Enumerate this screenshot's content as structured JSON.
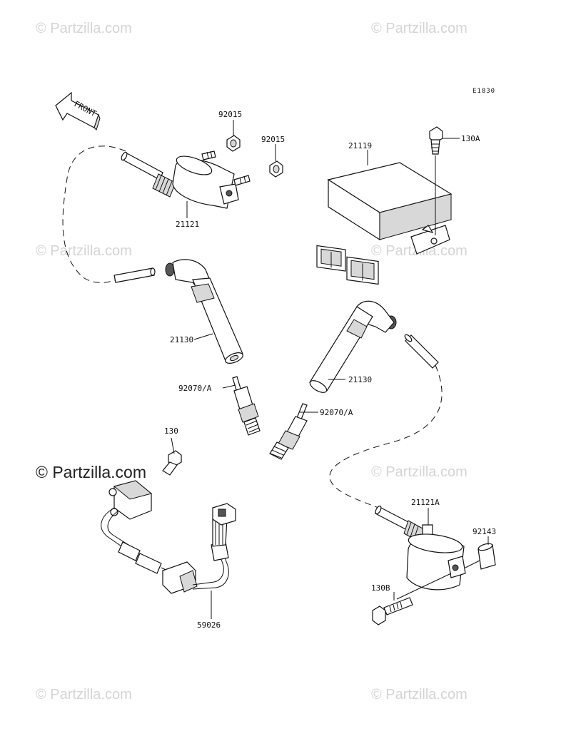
{
  "watermark": {
    "text": "© Partzilla.com"
  },
  "diagram_code": "E1830",
  "front_arrow": {
    "label": "FRONT"
  },
  "part_labels": {
    "ignition_coil_front_nut_a": "92015",
    "ignition_coil_front_nut_b": "92015",
    "igniter": "21119",
    "bolt_igniter": "130A",
    "ignition_coil_front": "21121",
    "plug_cap_left": "21130",
    "plug_cap_right": "21130",
    "spark_plug_left": "92070/A",
    "spark_plug_right": "92070/A",
    "bolt_pickup": "130",
    "ignition_coil_rear": "21121A",
    "collar": "92143",
    "bolt_coil_rear": "130B",
    "pickup_coil": "59026"
  }
}
